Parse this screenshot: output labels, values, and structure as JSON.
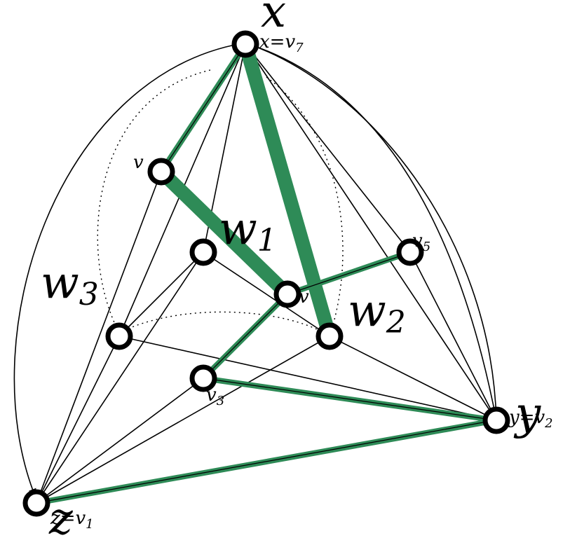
{
  "labels": {
    "x_big": "x",
    "y_big": "y",
    "z_big": "z",
    "w1": "w",
    "w1_sub": "1",
    "w2": "w",
    "w2_sub": "2",
    "w3": "w",
    "w3_sub": "3",
    "x_eq": "x=v",
    "x_eq_sub": "7",
    "y_eq": "y=v",
    "y_eq_sub": "2",
    "z_eq": "z=v",
    "z_eq_sub": "1",
    "v5": "v",
    "v5_sub": "5",
    "v3": "v",
    "v3_sub": "3",
    "v6": "v",
    "v4": "v"
  },
  "colors": {
    "highlight": "#2e8b57",
    "edge": "#000000",
    "node_fill": "#ffffff"
  }
}
